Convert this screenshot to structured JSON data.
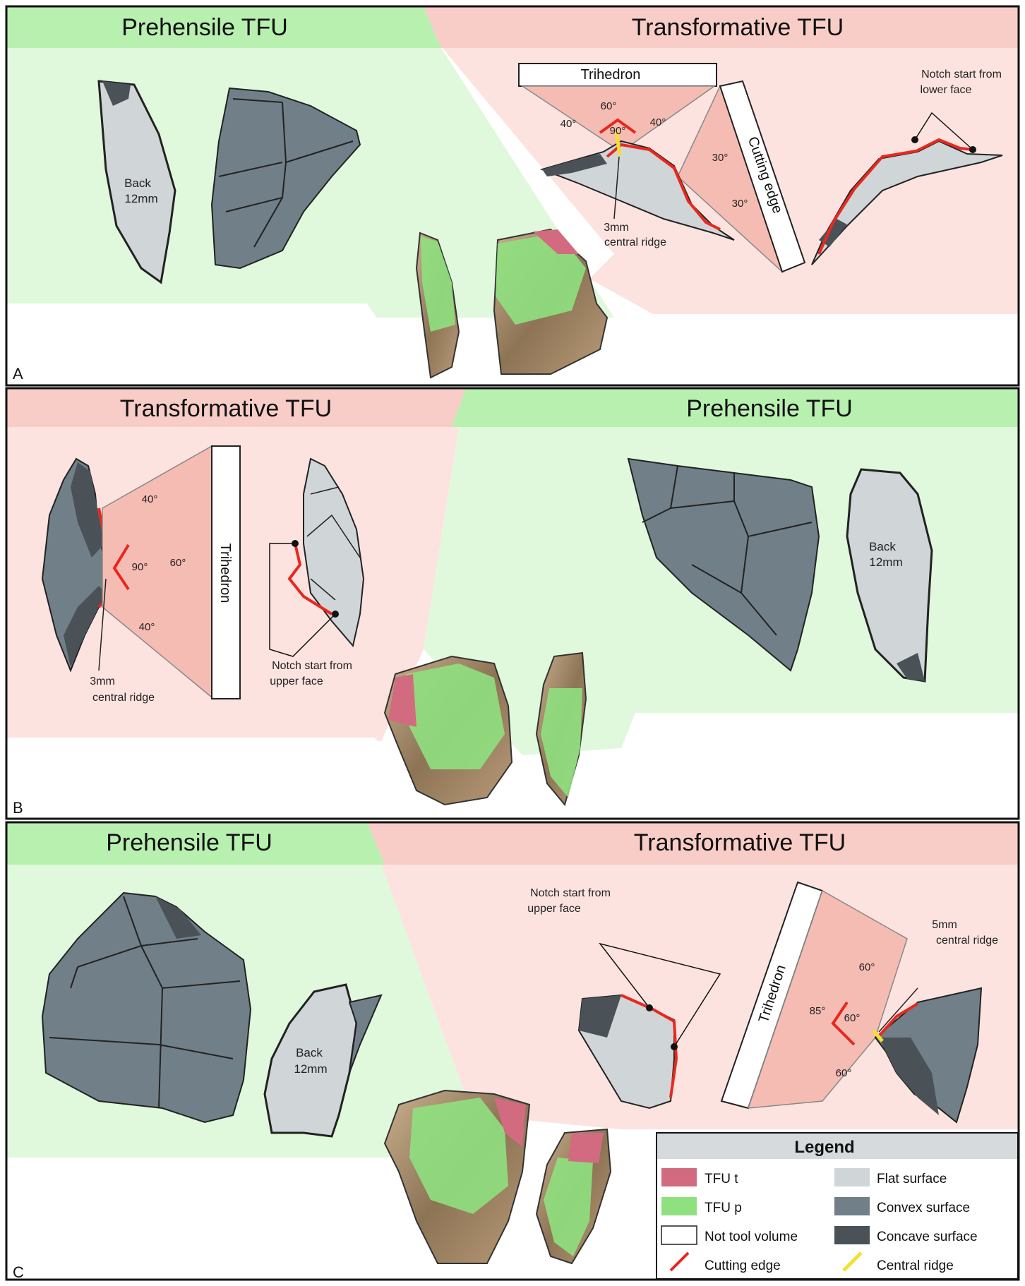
{
  "colors": {
    "prehensile_band": "#b8f0b0",
    "prehensile_area": "#e0f9dc",
    "transformative_band": "#f9cdc7",
    "transformative_area": "#fce3df",
    "tfu_t": "#d26b80",
    "tfu_p": "#8fe07f",
    "flat": "#d0d5d8",
    "convex": "#717f88",
    "concave": "#4a5257",
    "cutting_edge": "#e8281e",
    "central_ridge": "#f2e22e",
    "frame": "#111111"
  },
  "panels": [
    {
      "letter": "A",
      "left_title": "Prehensile TFU",
      "right_title": "Transformative TFU",
      "back_label": [
        "Back",
        "12mm"
      ],
      "trihedron_label": "Trihedron",
      "cutting_edge_label": "Cutting edge",
      "angles": [
        "60°",
        "40°",
        "90°",
        "40°",
        "30°",
        "30°"
      ],
      "ridge_label": [
        "3mm",
        "central ridge"
      ],
      "notch_label": [
        "Notch start from",
        "lower face"
      ]
    },
    {
      "letter": "B",
      "left_title": "Transformative TFU",
      "right_title": "Prehensile TFU",
      "back_label": [
        "Back",
        "12mm"
      ],
      "trihedron_label": "Trihedron",
      "angles": [
        "40°",
        "90°",
        "60°",
        "40°"
      ],
      "ridge_label": [
        "3mm",
        "central ridge"
      ],
      "notch_label": [
        "Notch start from",
        "upper face"
      ]
    },
    {
      "letter": "C",
      "left_title": "Prehensile TFU",
      "right_title": "Transformative TFU",
      "back_label": [
        "Back",
        "12mm"
      ],
      "trihedron_label": "Trihedron",
      "angles": [
        "60°",
        "85°",
        "60°",
        "60°"
      ],
      "ridge_label": [
        "5mm",
        "central ridge"
      ],
      "notch_label": [
        "Notch start from",
        "upper face"
      ]
    }
  ],
  "legend": {
    "title": "Legend",
    "items": [
      {
        "label": "TFU t",
        "kind": "tfu_t"
      },
      {
        "label": "Flat surface",
        "kind": "flat"
      },
      {
        "label": "TFU p",
        "kind": "tfu_p"
      },
      {
        "label": "Convex surface",
        "kind": "convex"
      },
      {
        "label": "Not tool volume",
        "kind": "none"
      },
      {
        "label": "Concave surface",
        "kind": "concave"
      },
      {
        "label": "Cutting edge",
        "kind": "cutting"
      },
      {
        "label": "Central ridge",
        "kind": "ridge"
      }
    ]
  }
}
